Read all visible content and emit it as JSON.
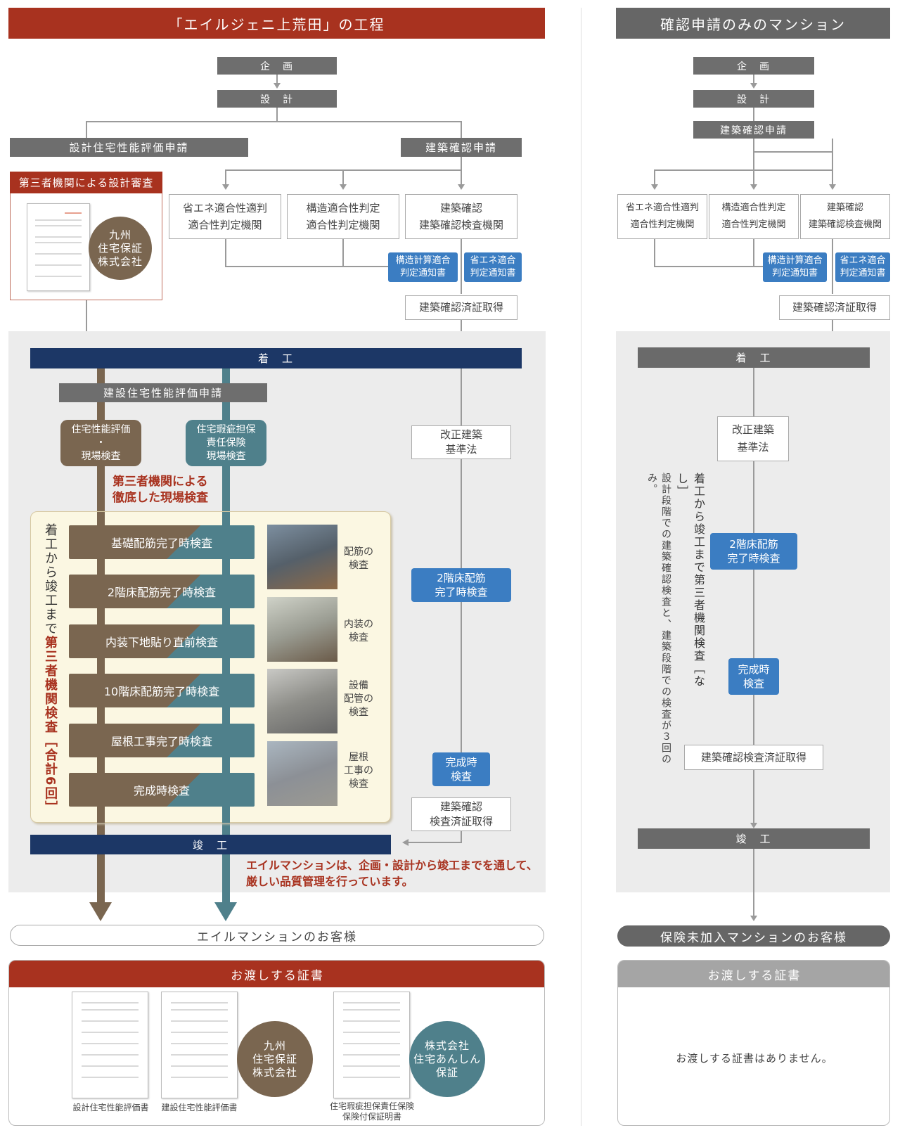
{
  "left": {
    "title": "「エイルジェニ上荒田」の工程",
    "plan": "企　画",
    "design": "設　計",
    "design_perf_app": "設計住宅性能評価申請",
    "bldg_confirm_app": "建築確認申請",
    "third_party_review": "第三者機関による設計審査",
    "org_kyushu": [
      "九州",
      "住宅保証",
      "株式会社"
    ],
    "energy_box": [
      "省エネ適合性適判",
      "適合性判定機関"
    ],
    "struct_box": [
      "構造適合性判定",
      "適合性判定機関"
    ],
    "confirm_box": [
      "建築確認",
      "建築確認検査機関"
    ],
    "struct_notice": [
      "構造計算適合",
      "判定通知書"
    ],
    "energy_notice": [
      "省エネ適合",
      "判定通知書"
    ],
    "confirm_cert": "建築確認済証取得",
    "start": "着　工",
    "construct_perf_app": "建設住宅性能評価申請",
    "perf_site": [
      "住宅性能評価",
      "・",
      "現場検査"
    ],
    "defect_site": [
      "住宅瑕疵担保",
      "責任保険",
      "現場検査"
    ],
    "third_party_site": [
      "第三者機関による",
      "徹底した現場検査"
    ],
    "vertical_a": "着工から竣工まで",
    "vertical_b": "第三者機関検査",
    "vertical_c": "［合計6回］",
    "inspections": [
      "基礎配筋完了時検査",
      "2階床配筋完了時検査",
      "内装下地貼り直前検査",
      "10階床配筋完了時検査",
      "屋根工事完了時検査",
      "完成時検査"
    ],
    "photo_captions": [
      [
        "配筋の",
        "検査"
      ],
      [
        "内装の",
        "検査"
      ],
      [
        "設備",
        "配管の",
        "検査"
      ],
      [
        "屋根",
        "工事の",
        "検査"
      ]
    ],
    "revised_law": [
      "改正建築",
      "基準法"
    ],
    "floor2_check": [
      "2階床配筋",
      "完了時検査"
    ],
    "complete_check": [
      "完成時",
      "検査"
    ],
    "final_cert": [
      "建築確認",
      "検査済証取得"
    ],
    "finish": "竣　工",
    "message": [
      "エイルマンションは、企画・設計から竣工までを通して、",
      "厳しい品質管理を行っています。"
    ],
    "customer": "エイルマンションのお客様",
    "cert_title": "お渡しする証書",
    "docs": [
      "設計住宅性能評価書",
      "建設住宅性能評価書"
    ],
    "doc3": [
      "住宅瑕疵担保責任保険",
      "保険付保証明書"
    ],
    "org_anshin": [
      "株式会社",
      "住宅あんしん",
      "保証"
    ]
  },
  "right": {
    "title": "確認申請のみのマンション",
    "plan": "企　画",
    "design": "設　計",
    "bldg_confirm_app": "建築確認申請",
    "energy_box": [
      "省エネ適合性適判",
      "適合性判定機関"
    ],
    "struct_box": [
      "構造適合性判定",
      "適合性判定機関"
    ],
    "confirm_box": [
      "建築確認",
      "建築確認検査機関"
    ],
    "struct_notice": [
      "構造計算適合",
      "判定通知書"
    ],
    "energy_notice": [
      "省エネ適合",
      "判定通知書"
    ],
    "confirm_cert": "建築確認済証取得",
    "start": "着　工",
    "revised_law": [
      "改正建築",
      "基準法"
    ],
    "vertical_1": "着工から竣工まで第三者機関検査［なし］",
    "vertical_2": "設計段階での建築確認検査と、建築段階での検査が３回のみ。",
    "floor2_check": [
      "2階床配筋",
      "完了時検査"
    ],
    "complete_check": [
      "完成時",
      "検査"
    ],
    "final_cert": "建築確認検査済証取得",
    "finish": "竣　工",
    "customer": "保険未加入マンションのお客様",
    "cert_title": "お渡しする証書",
    "no_cert": "お渡しする証書はありません。"
  }
}
